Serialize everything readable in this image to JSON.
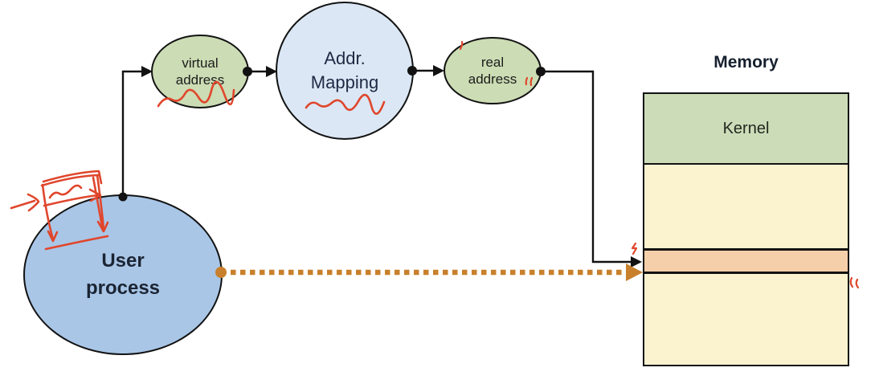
{
  "diagram": {
    "title": "",
    "nodes": {
      "user_process": {
        "line1": "User",
        "line2": "process"
      },
      "virtual_address": {
        "line1": "virtual",
        "line2": "address"
      },
      "addr_mapping": {
        "line1": "Addr.",
        "line2": "Mapping"
      },
      "real_address": {
        "line1": "real",
        "line2": "address"
      }
    },
    "memory": {
      "title": "Memory",
      "kernel_label": "Kernel"
    },
    "colors": {
      "user_process_fill": "#a9c6e7",
      "address_node_fill": "#ccdcb4",
      "mapping_node_fill": "#dbe7f4",
      "kernel_fill": "#ccdcb8",
      "memory_free_fill": "#fbf2d0",
      "memory_frame_highlight_fill": "#f5cfa9",
      "connector_black": "#121212",
      "dotted_arrow_orange": "#c8802c",
      "handwritten_annotation_red": "#e0462c",
      "bold_text_navy": "#1b2433"
    }
  }
}
